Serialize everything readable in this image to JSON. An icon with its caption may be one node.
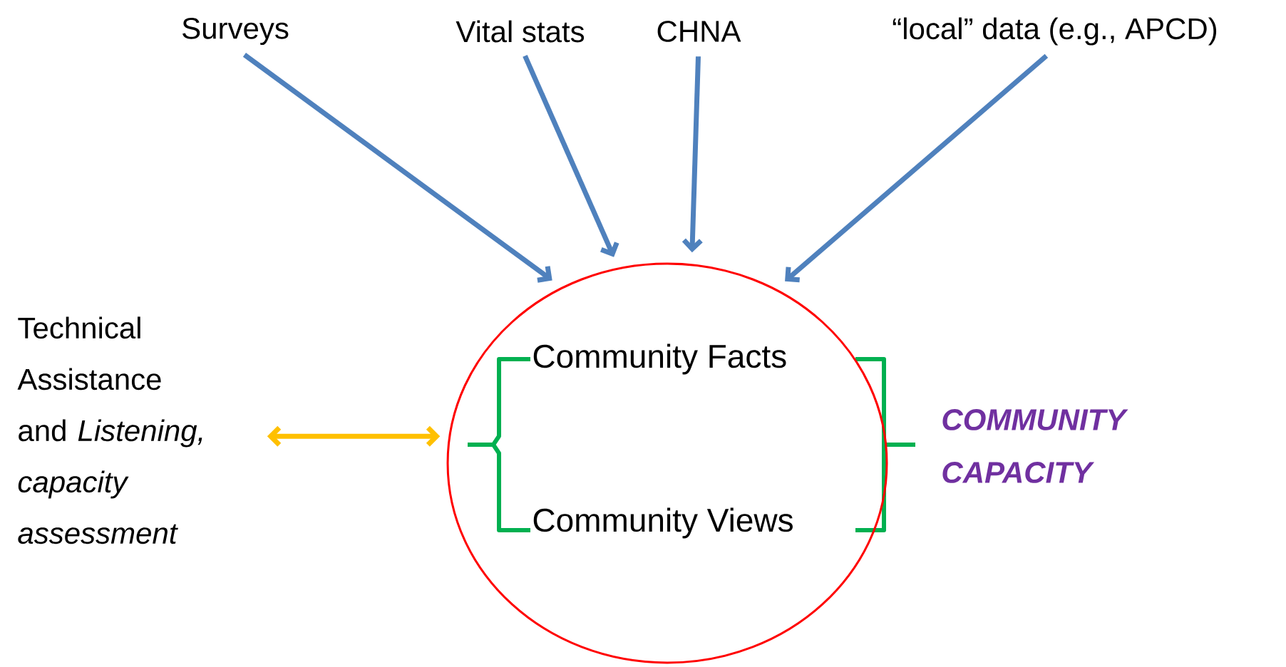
{
  "diagram": {
    "nodes": [
      {
        "text": [
          "Surveys"
        ]
      },
      {
        "text": [
          "Vital stats"
        ]
      },
      {
        "text": [
          "CHNA"
        ]
      },
      {
        "text": [
          "“local” data (e.g., APCD)"
        ]
      },
      {
        "text": [],
        "shape": "circle"
      },
      {
        "text": [
          "Community Facts"
        ],
        "in": 4
      },
      {
        "text": [
          "Community Views"
        ],
        "in": 4
      },
      {
        "text": [
          "Technical Assistance and *Listening, capacity assessment*"
        ]
      },
      {
        "text": [
          "COMMUNITY CAPACITY"
        ]
      }
    ],
    "edges": [
      {
        "from": 0,
        "to": 4,
        "arrow": "to"
      },
      {
        "from": 1,
        "to": 4,
        "arrow": "to"
      },
      {
        "from": 2,
        "to": 4,
        "arrow": "to"
      },
      {
        "from": 3,
        "to": 4,
        "arrow": "to"
      },
      {
        "from": 7,
        "to": 4,
        "arrow": "both",
        "color": "#ffc000"
      }
    ]
  }
}
